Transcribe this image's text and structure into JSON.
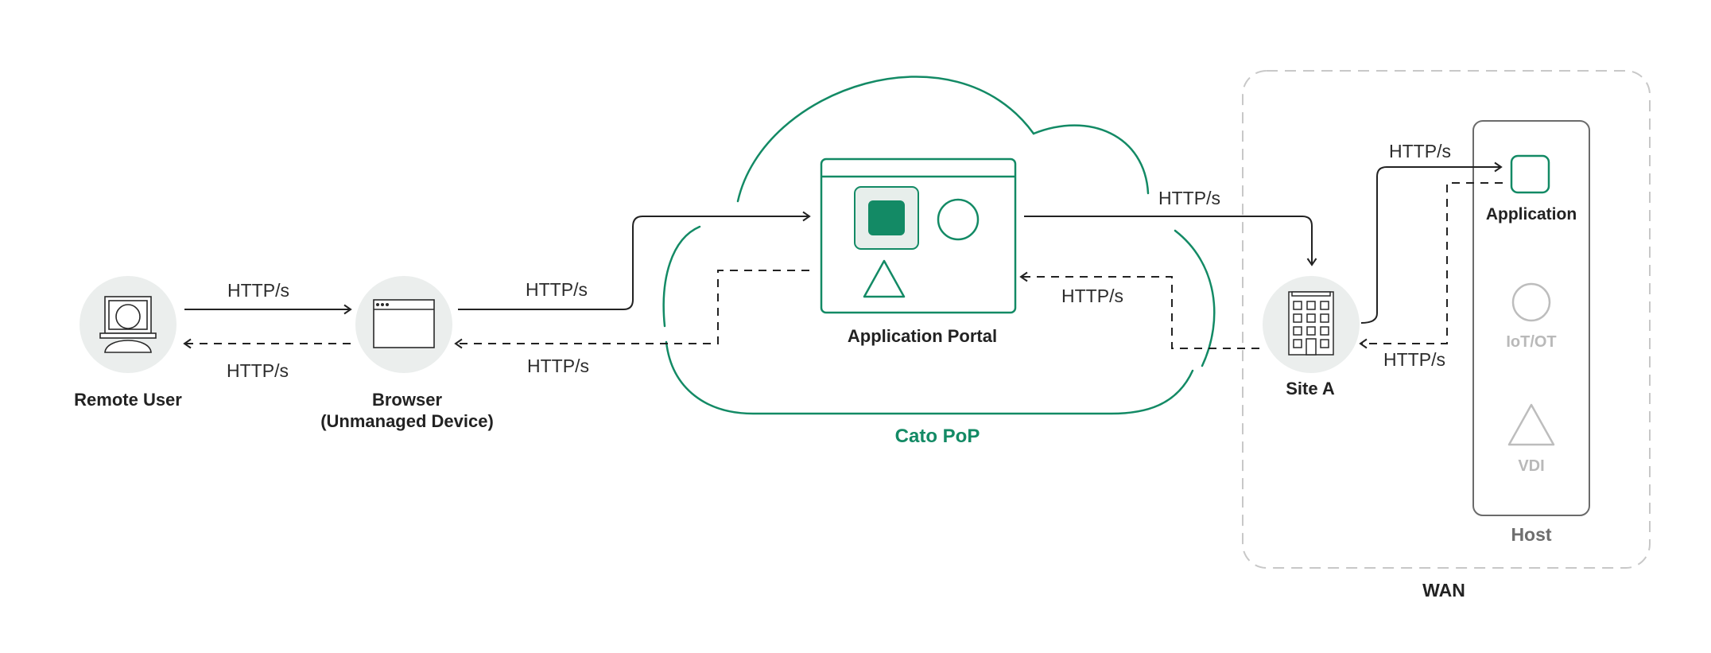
{
  "colors": {
    "accent": "#138a65",
    "line": "#222222",
    "node_bg": "#ebeeed",
    "muted": "#b9b9b9",
    "dashed_box": "#c8c8c8"
  },
  "nodes": {
    "remote_user": {
      "label": "Remote User",
      "icon": "user-computer-icon"
    },
    "browser": {
      "label_line1": "Browser",
      "label_line2": "(Unmanaged Device)",
      "icon": "browser-window-icon"
    },
    "portal": {
      "label": "Application Portal",
      "icon": "app-portal-window-icon"
    },
    "site_a": {
      "label": "Site A",
      "icon": "office-building-icon"
    }
  },
  "cloud": {
    "label": "Cato PoP"
  },
  "wan": {
    "label": "WAN"
  },
  "host": {
    "label": "Host",
    "items": [
      {
        "label": "Application",
        "icon": "square-icon",
        "active": true
      },
      {
        "label": "IoT/OT",
        "icon": "circle-icon",
        "active": false
      },
      {
        "label": "VDI",
        "icon": "triangle-icon",
        "active": false
      }
    ]
  },
  "edges": {
    "user_to_browser": "HTTP/s",
    "browser_to_user": "HTTP/s",
    "browser_to_portal": "HTTP/s",
    "portal_to_browser": "HTTP/s",
    "portal_to_site": "HTTP/s",
    "site_to_portal": "HTTP/s",
    "site_to_app": "HTTP/s",
    "app_to_site": "HTTP/s"
  }
}
